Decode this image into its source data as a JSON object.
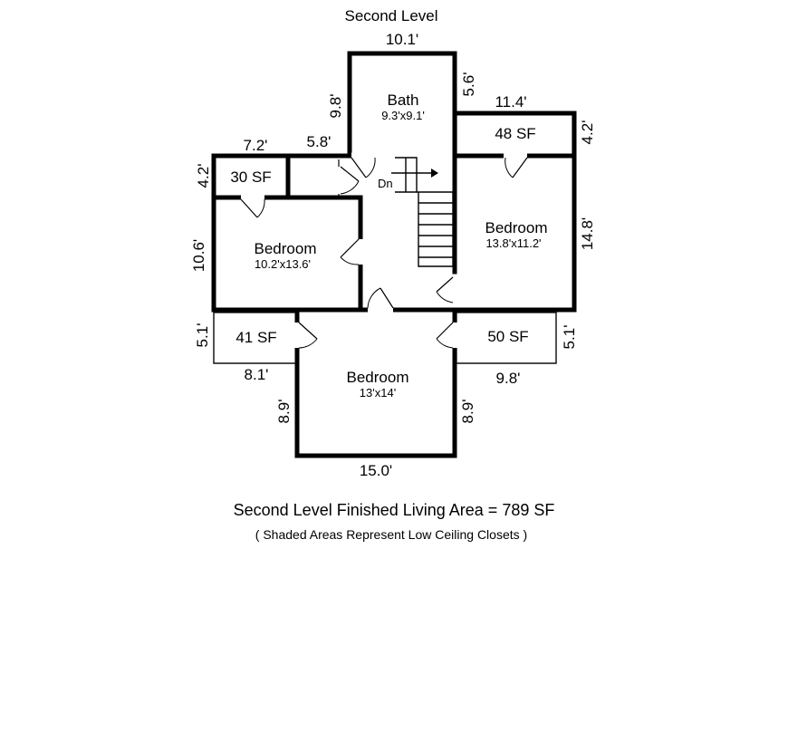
{
  "title": "Second Level",
  "rooms": {
    "bath": {
      "name": "Bath",
      "size": "9.3'x9.1'"
    },
    "bedroom_left": {
      "name": "Bedroom",
      "size": "10.2'x13.6'"
    },
    "bedroom_right": {
      "name": "Bedroom",
      "size": "13.8'x11.2'"
    },
    "bedroom_bottom": {
      "name": "Bedroom",
      "size": "13'x14'"
    }
  },
  "closets": {
    "top_left": "30 SF",
    "top_right": "48 SF",
    "mid_left": "41 SF",
    "mid_right": "50 SF"
  },
  "stairs": {
    "label": "Dn"
  },
  "dimensions": {
    "bath_width": "10.1'",
    "bath_right_height": "5.6'",
    "bath_left_height": "9.8'",
    "closet_top_right_width": "11.4'",
    "closet_top_right_height": "4.2'",
    "closet_top_left_width": "7.2'",
    "hall_top_width": "5.8'",
    "closet_top_left_height": "4.2'",
    "bedroom_left_height": "10.6'",
    "bedroom_right_height": "14.8'",
    "closet_mid_left_height": "5.1'",
    "closet_mid_left_width": "8.1'",
    "closet_mid_right_height": "5.1'",
    "closet_mid_right_width": "9.8'",
    "bedroom_bottom_left_height": "8.9'",
    "bedroom_bottom_right_height": "8.9'",
    "bedroom_bottom_width": "15.0'"
  },
  "colors": {
    "closet_fill": "#e6e6e6",
    "wall": "#000000"
  },
  "notes": {
    "area": "Second Level Finished Living Area = 789 SF",
    "shaded": "( Shaded Areas Represent Low Ceiling Closets )"
  }
}
